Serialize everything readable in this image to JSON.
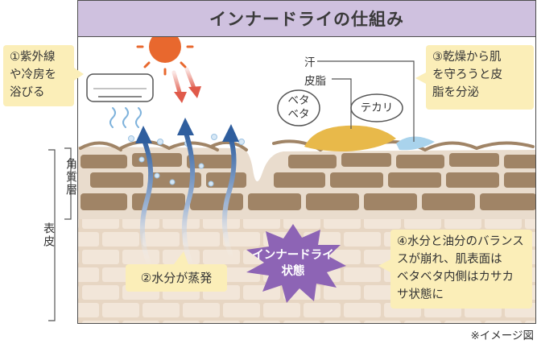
{
  "title": "インナードライの仕組み",
  "callouts": {
    "uv": [
      "①紫外線",
      "や冷房を",
      "浴びる"
    ],
    "evaporation": "②水分が蒸発",
    "protect": [
      "③乾燥から肌",
      "を守ろうと皮",
      "脂を分泌"
    ],
    "imbalance": [
      "④水分と油分のバランス",
      "スが崩れ、肌表面は",
      "ベタベタ内側はカサカ",
      "サ状態に"
    ]
  },
  "labels": {
    "sweat": "汗",
    "sebum": "皮脂",
    "sticky": [
      "ベタ",
      "ベタ"
    ],
    "shine": "テカリ",
    "stratum_corneum": "角質層",
    "epidermis": "表皮"
  },
  "burst": [
    "インナードライ",
    "状態"
  ],
  "footnote": "※イメージ図",
  "colors": {
    "title_bg": "#cfc1df",
    "callout_bg": "#fbeeb8",
    "skin_brown": "#a08466",
    "sebum_yellow": "#e8b94a",
    "sweat_blue": "#a9d3ec",
    "moisture_arrow": "#2f5e9e",
    "burst_purple": "#8d64b5",
    "uv_arrow": "#e05a4a",
    "sun": "#e8682e"
  }
}
